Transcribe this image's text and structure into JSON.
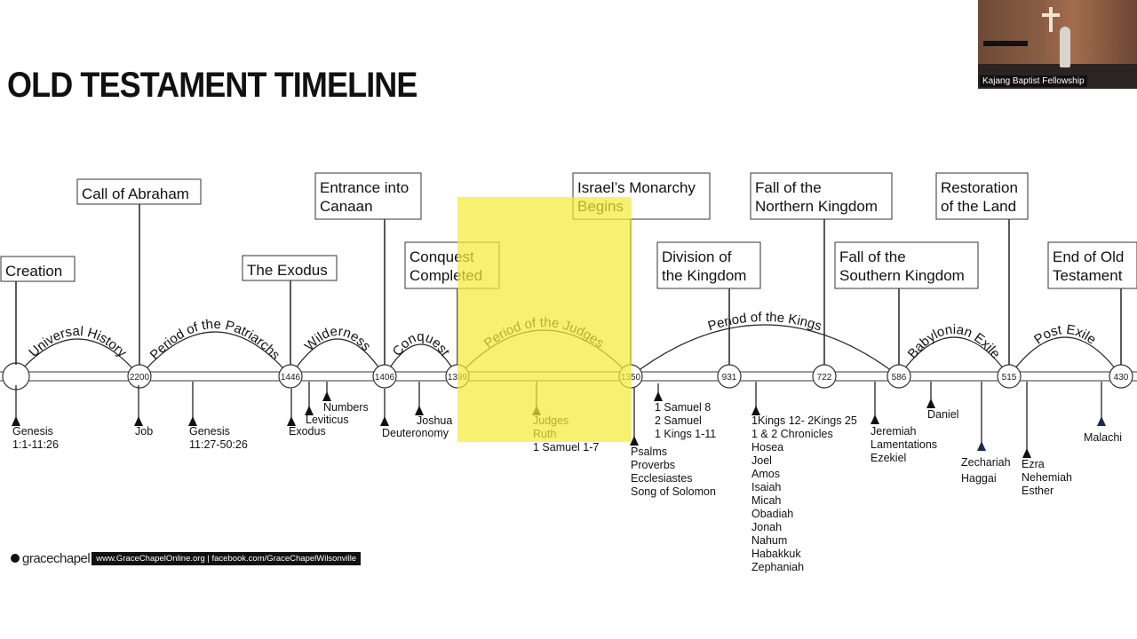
{
  "title": "OLD TESTAMENT TIMELINE",
  "webcam": {
    "label": "Kajang Baptist Fellowship"
  },
  "footer": {
    "logo": "gracechapel",
    "urls": "www.GraceChapelOnline.org  |  facebook.com/GraceChapelWilsonville"
  },
  "highlight_color": "#f5ea3a",
  "events": [
    {
      "id": "creation",
      "lines": [
        "Creation"
      ]
    },
    {
      "id": "abraham",
      "lines": [
        "Call of Abraham"
      ]
    },
    {
      "id": "exodus",
      "lines": [
        "The Exodus"
      ]
    },
    {
      "id": "canaan",
      "lines": [
        "Entrance into",
        "Canaan"
      ]
    },
    {
      "id": "conquest",
      "lines": [
        "Conquest",
        "Completed"
      ]
    },
    {
      "id": "monarchy",
      "lines": [
        "Israel’s Monarchy",
        "Begins"
      ]
    },
    {
      "id": "division",
      "lines": [
        "Division of",
        "the Kingdom"
      ]
    },
    {
      "id": "fall_north",
      "lines": [
        "Fall of the",
        "Northern Kingdom"
      ]
    },
    {
      "id": "fall_south",
      "lines": [
        "Fall of the",
        "Southern Kingdom"
      ]
    },
    {
      "id": "restoration",
      "lines": [
        "Restoration",
        "of the Land"
      ]
    },
    {
      "id": "end",
      "lines": [
        "End of Old",
        "Testament"
      ]
    }
  ],
  "periods": [
    "Universal History",
    "Period of the Patriarchs",
    "Wilderness",
    "Conquest",
    "Period of the Judges",
    "Period of the Kings",
    "Babylonian Exile",
    "Post Exile"
  ],
  "years": [
    "2200",
    "1446",
    "1406",
    "1399",
    "1350",
    "931",
    "722",
    "586",
    "515",
    "430"
  ],
  "books": [
    {
      "id": "gen1",
      "lines": [
        "Genesis",
        "1:1-11:26"
      ]
    },
    {
      "id": "job",
      "lines": [
        "Job"
      ]
    },
    {
      "id": "gen2",
      "lines": [
        "Genesis",
        "11:27-50:26"
      ]
    },
    {
      "id": "exodus",
      "lines": [
        "Exodus"
      ]
    },
    {
      "id": "leviticus",
      "lines": [
        "Leviticus"
      ]
    },
    {
      "id": "numbers",
      "lines": [
        "Numbers"
      ]
    },
    {
      "id": "deuteronomy",
      "lines": [
        "Deuteronomy"
      ]
    },
    {
      "id": "joshua",
      "lines": [
        "Joshua"
      ]
    },
    {
      "id": "judges",
      "lines": [
        "Judges",
        "Ruth",
        "1 Samuel 1-7"
      ]
    },
    {
      "id": "psalms",
      "lines": [
        "Psalms",
        "Proverbs",
        "Ecclesiastes",
        "Song of Solomon"
      ]
    },
    {
      "id": "samuel",
      "lines": [
        "1 Samuel 8",
        "2 Samuel",
        "1 Kings 1-11"
      ]
    },
    {
      "id": "kings",
      "lines": [
        "1Kings 12- 2Kings 25",
        "1 & 2 Chronicles",
        "Hosea",
        "Joel",
        "Amos",
        "Isaiah",
        "Micah",
        "Obadiah",
        "Jonah",
        "Nahum",
        "Habakkuk",
        "Zephaniah"
      ]
    },
    {
      "id": "jeremiah",
      "lines": [
        "Jeremiah",
        "Lamentations",
        "Ezekiel"
      ]
    },
    {
      "id": "daniel",
      "lines": [
        "Daniel"
      ]
    },
    {
      "id": "zechariah",
      "lines": [
        "Zechariah",
        "Haggai"
      ]
    },
    {
      "id": "ezra",
      "lines": [
        "Ezra",
        "Nehemiah",
        "Esther"
      ]
    },
    {
      "id": "malachi",
      "lines": [
        "Malachi"
      ]
    }
  ]
}
